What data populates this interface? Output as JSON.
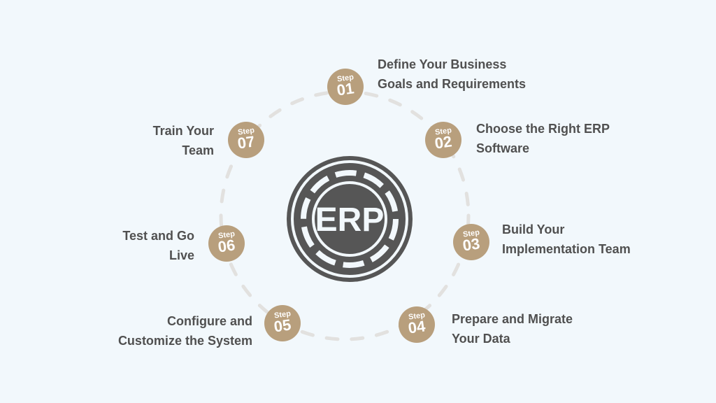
{
  "center": {
    "logo_text": "ERP"
  },
  "badge_word": "Step",
  "colors": {
    "background": "#f2f8fc",
    "badge": "#b89f7d",
    "logo": "#565656",
    "text": "#505050",
    "ring_dash": "#e2e1df"
  },
  "steps": [
    {
      "number": "01",
      "lines": [
        "Define Your Business",
        "Goals and Requirements"
      ]
    },
    {
      "number": "02",
      "lines": [
        "Choose the Right ERP",
        "Software"
      ]
    },
    {
      "number": "03",
      "lines": [
        "Build Your",
        "Implementation Team"
      ]
    },
    {
      "number": "04",
      "lines": [
        "Prepare and Migrate",
        "Your Data"
      ]
    },
    {
      "number": "05",
      "lines": [
        "Configure and",
        "Customize the System"
      ]
    },
    {
      "number": "06",
      "lines": [
        "Test and Go",
        "Live"
      ]
    },
    {
      "number": "07",
      "lines": [
        "Train Your",
        "Team"
      ]
    }
  ]
}
